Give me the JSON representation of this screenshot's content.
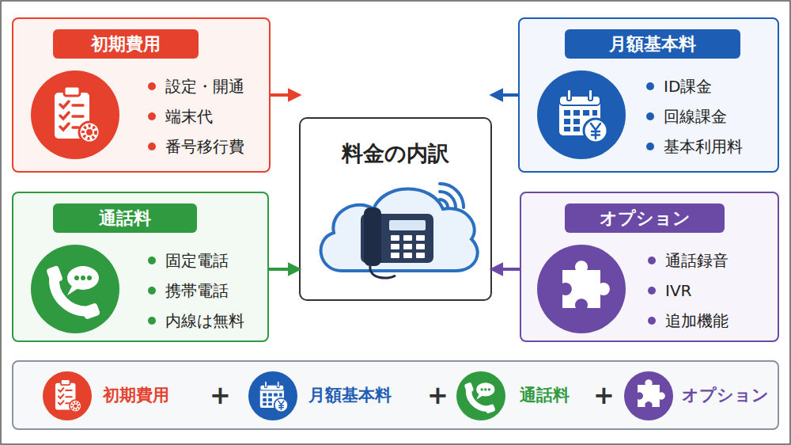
{
  "diagram": {
    "nodes": [
      {
        "text": [
          "初期費用",
          "設定・開通",
          "端末代",
          "番号移行費"
        ]
      },
      {
        "text": [
          "月額基本料",
          "ID課金",
          "回線課金",
          "基本利用料"
        ]
      },
      {
        "text": [
          "料金の内訳"
        ]
      },
      {
        "text": [
          "通話料",
          "固定電話",
          "携帯電話",
          "内線は無料"
        ]
      },
      {
        "text": [
          "オプション",
          "通話録音",
          "IVR",
          "追加機能"
        ]
      },
      {
        "text": [
          "初期費用",
          "+",
          "月額基本料",
          "+",
          "通話料",
          "+",
          "オプション"
        ]
      }
    ],
    "edges": [
      {
        "from": 0,
        "to": 2,
        "arrow": "to"
      },
      {
        "from": 1,
        "to": 2,
        "arrow": "to"
      },
      {
        "from": 3,
        "to": 2,
        "arrow": "to"
      },
      {
        "from": 4,
        "to": 2,
        "arrow": "to"
      }
    ]
  }
}
